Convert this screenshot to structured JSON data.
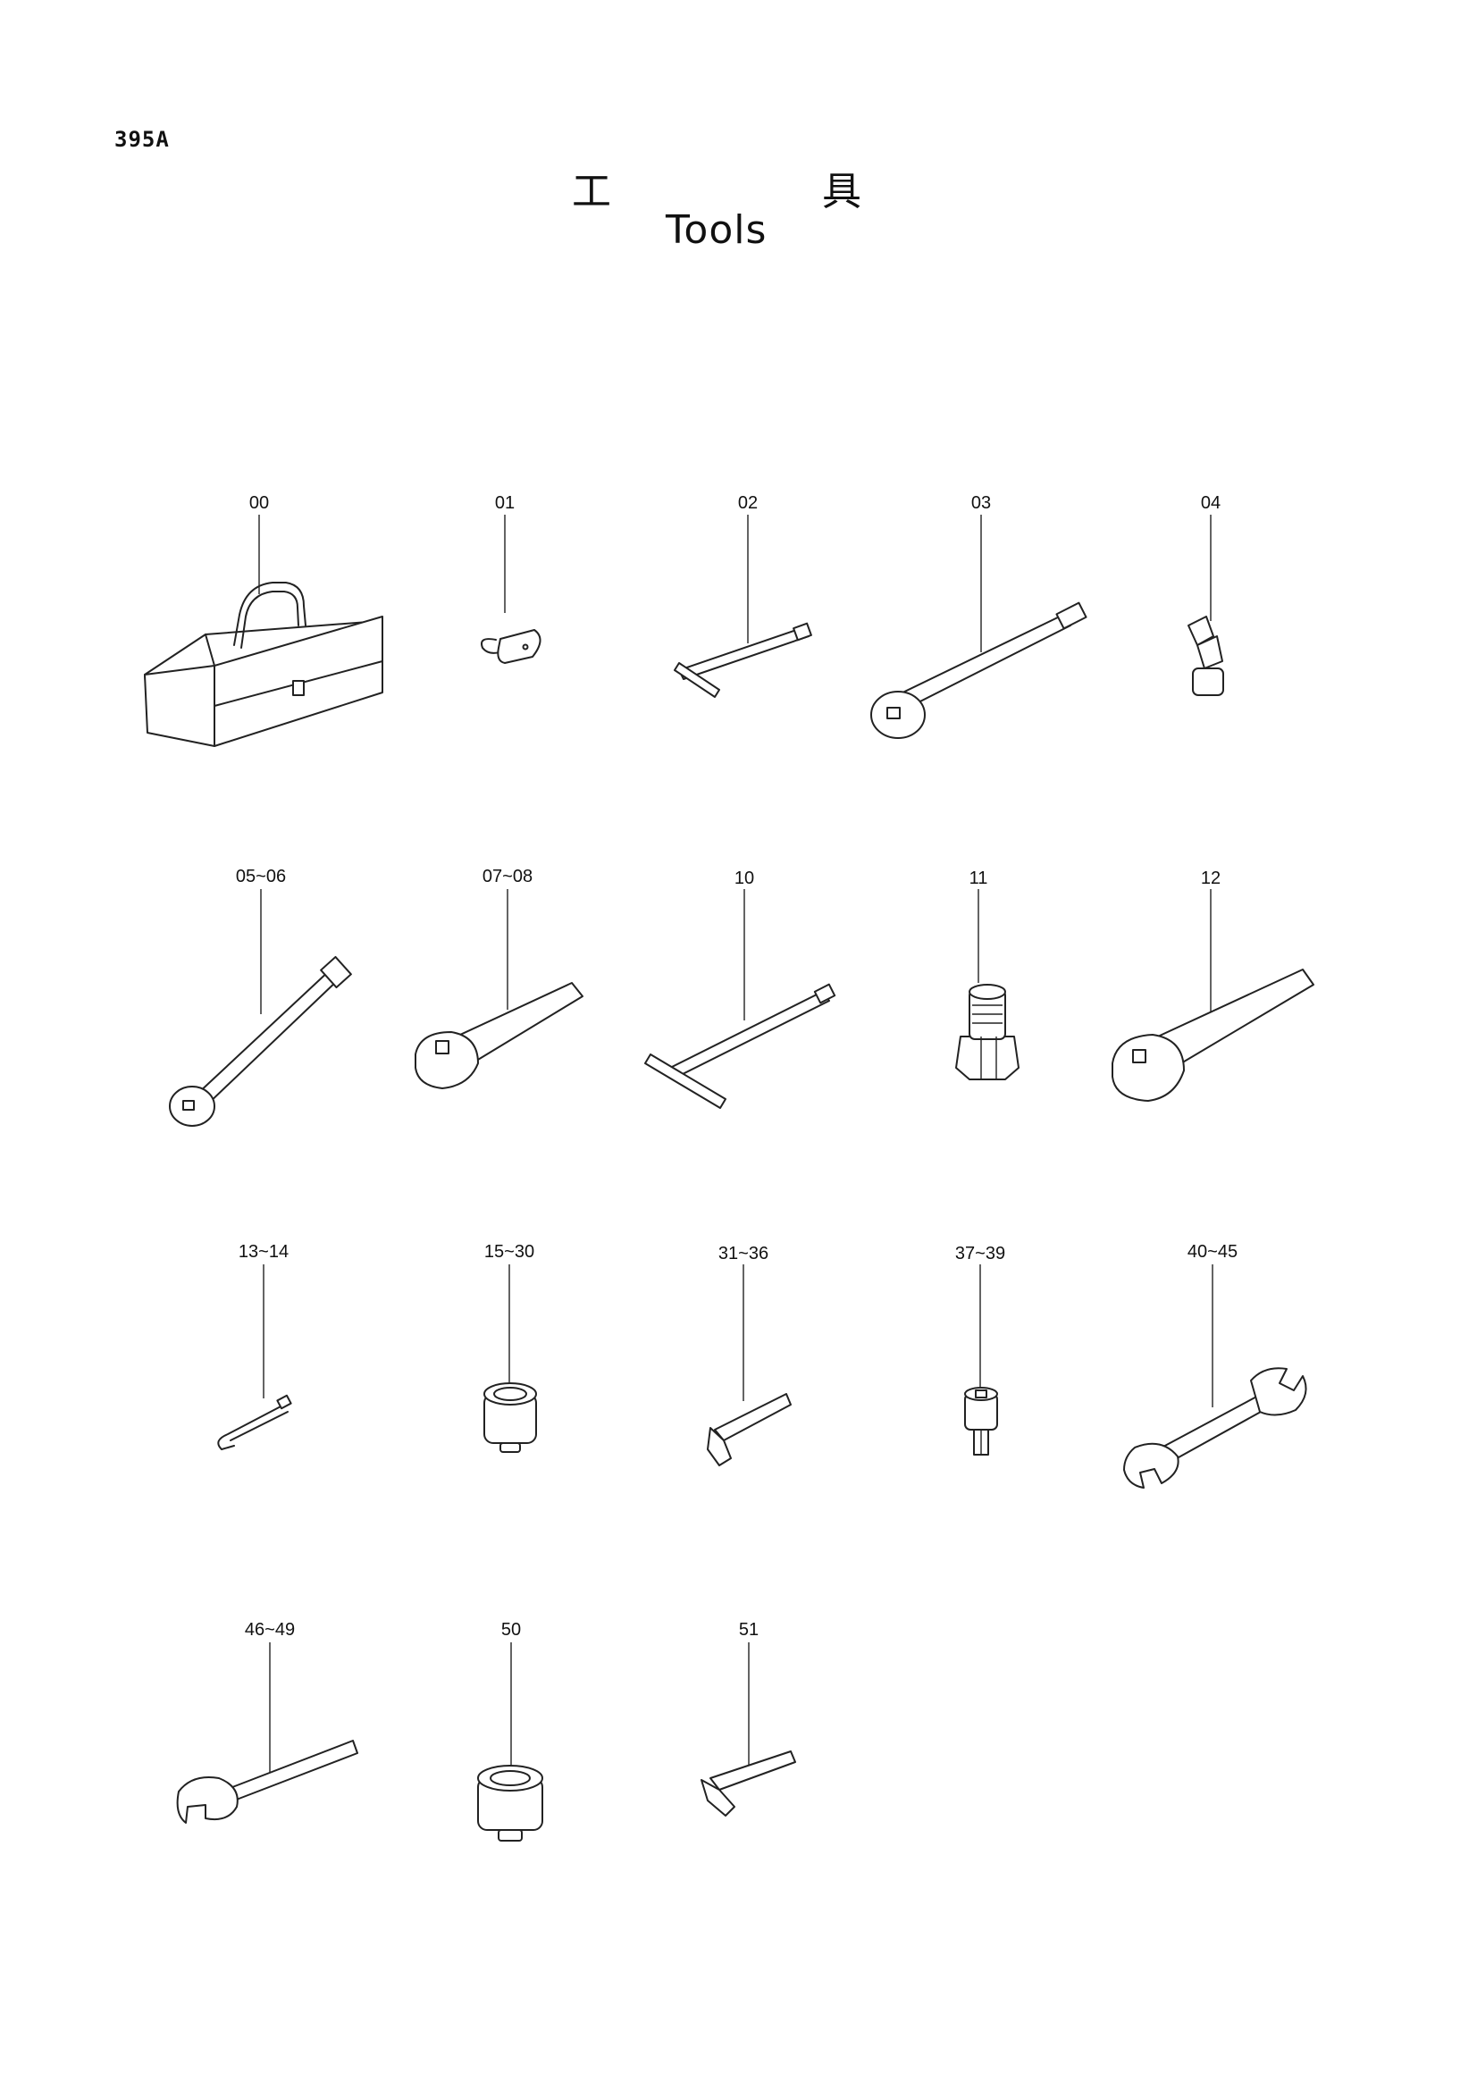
{
  "page_number": "395A",
  "title_jp": [
    "工",
    "具"
  ],
  "title_en": "Tools",
  "parts": [
    {
      "ref": "00",
      "icon": "toolbox-icon"
    },
    {
      "ref": "01",
      "icon": "key-icon"
    },
    {
      "ref": "02",
      "icon": "t-handle-wrench-icon"
    },
    {
      "ref": "03",
      "icon": "box-wrench-bar-icon"
    },
    {
      "ref": "04",
      "icon": "universal-joint-icon"
    },
    {
      "ref": "05~06",
      "icon": "box-wrench-bar-icon"
    },
    {
      "ref": "07~08",
      "icon": "ratchet-handle-icon"
    },
    {
      "ref": "10",
      "icon": "t-handle-wrench-icon"
    },
    {
      "ref": "11",
      "icon": "adapter-nut-icon"
    },
    {
      "ref": "12",
      "icon": "ratchet-handle-icon"
    },
    {
      "ref": "13~14",
      "icon": "l-key-icon"
    },
    {
      "ref": "15~30",
      "icon": "socket-icon"
    },
    {
      "ref": "31~36",
      "icon": "hex-key-icon"
    },
    {
      "ref": "37~39",
      "icon": "bit-socket-icon"
    },
    {
      "ref": "40~45",
      "icon": "double-open-end-wrench-icon"
    },
    {
      "ref": "46~49",
      "icon": "single-open-end-wrench-icon"
    },
    {
      "ref": "50",
      "icon": "socket-icon"
    },
    {
      "ref": "51",
      "icon": "hex-key-icon"
    }
  ]
}
